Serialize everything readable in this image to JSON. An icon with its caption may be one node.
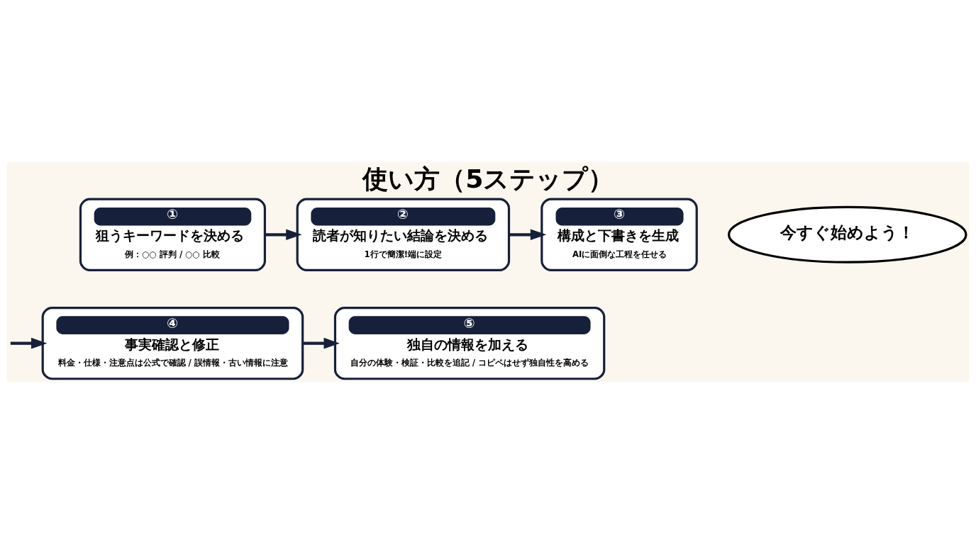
{
  "diagram": {
    "title": "使い方（5ステップ）",
    "nodes": [
      {
        "text": [
          "①",
          "狙うキーワードを決める",
          "例：○○ 評判 / ○○ 比較"
        ]
      },
      {
        "text": [
          "②",
          "読者が知りたい結論を決める",
          "1行で簡潔!端に設定"
        ]
      },
      {
        "text": [
          "③",
          "構成と下書きを生成",
          "AIに面倒な工程を任せる"
        ]
      },
      {
        "text": [
          "④",
          "事実確認と修正",
          "料金・仕様・注意点は公式で確認 / 誤情報・古い情報に注意"
        ]
      },
      {
        "text": [
          "⑤",
          "独自の情報を加える",
          "自分の体験・検証・比較を追記 / コピペはせず独自性を高める"
        ]
      },
      {
        "text": [
          "今すぐ始めよう！"
        ]
      }
    ],
    "edges": [
      {
        "from": 0,
        "to": 1,
        "arrow": "to"
      },
      {
        "from": 1,
        "to": 2,
        "arrow": "to"
      },
      {
        "from": null,
        "to": 3,
        "arrow": "to"
      },
      {
        "from": 3,
        "to": 4,
        "arrow": "to"
      }
    ]
  }
}
